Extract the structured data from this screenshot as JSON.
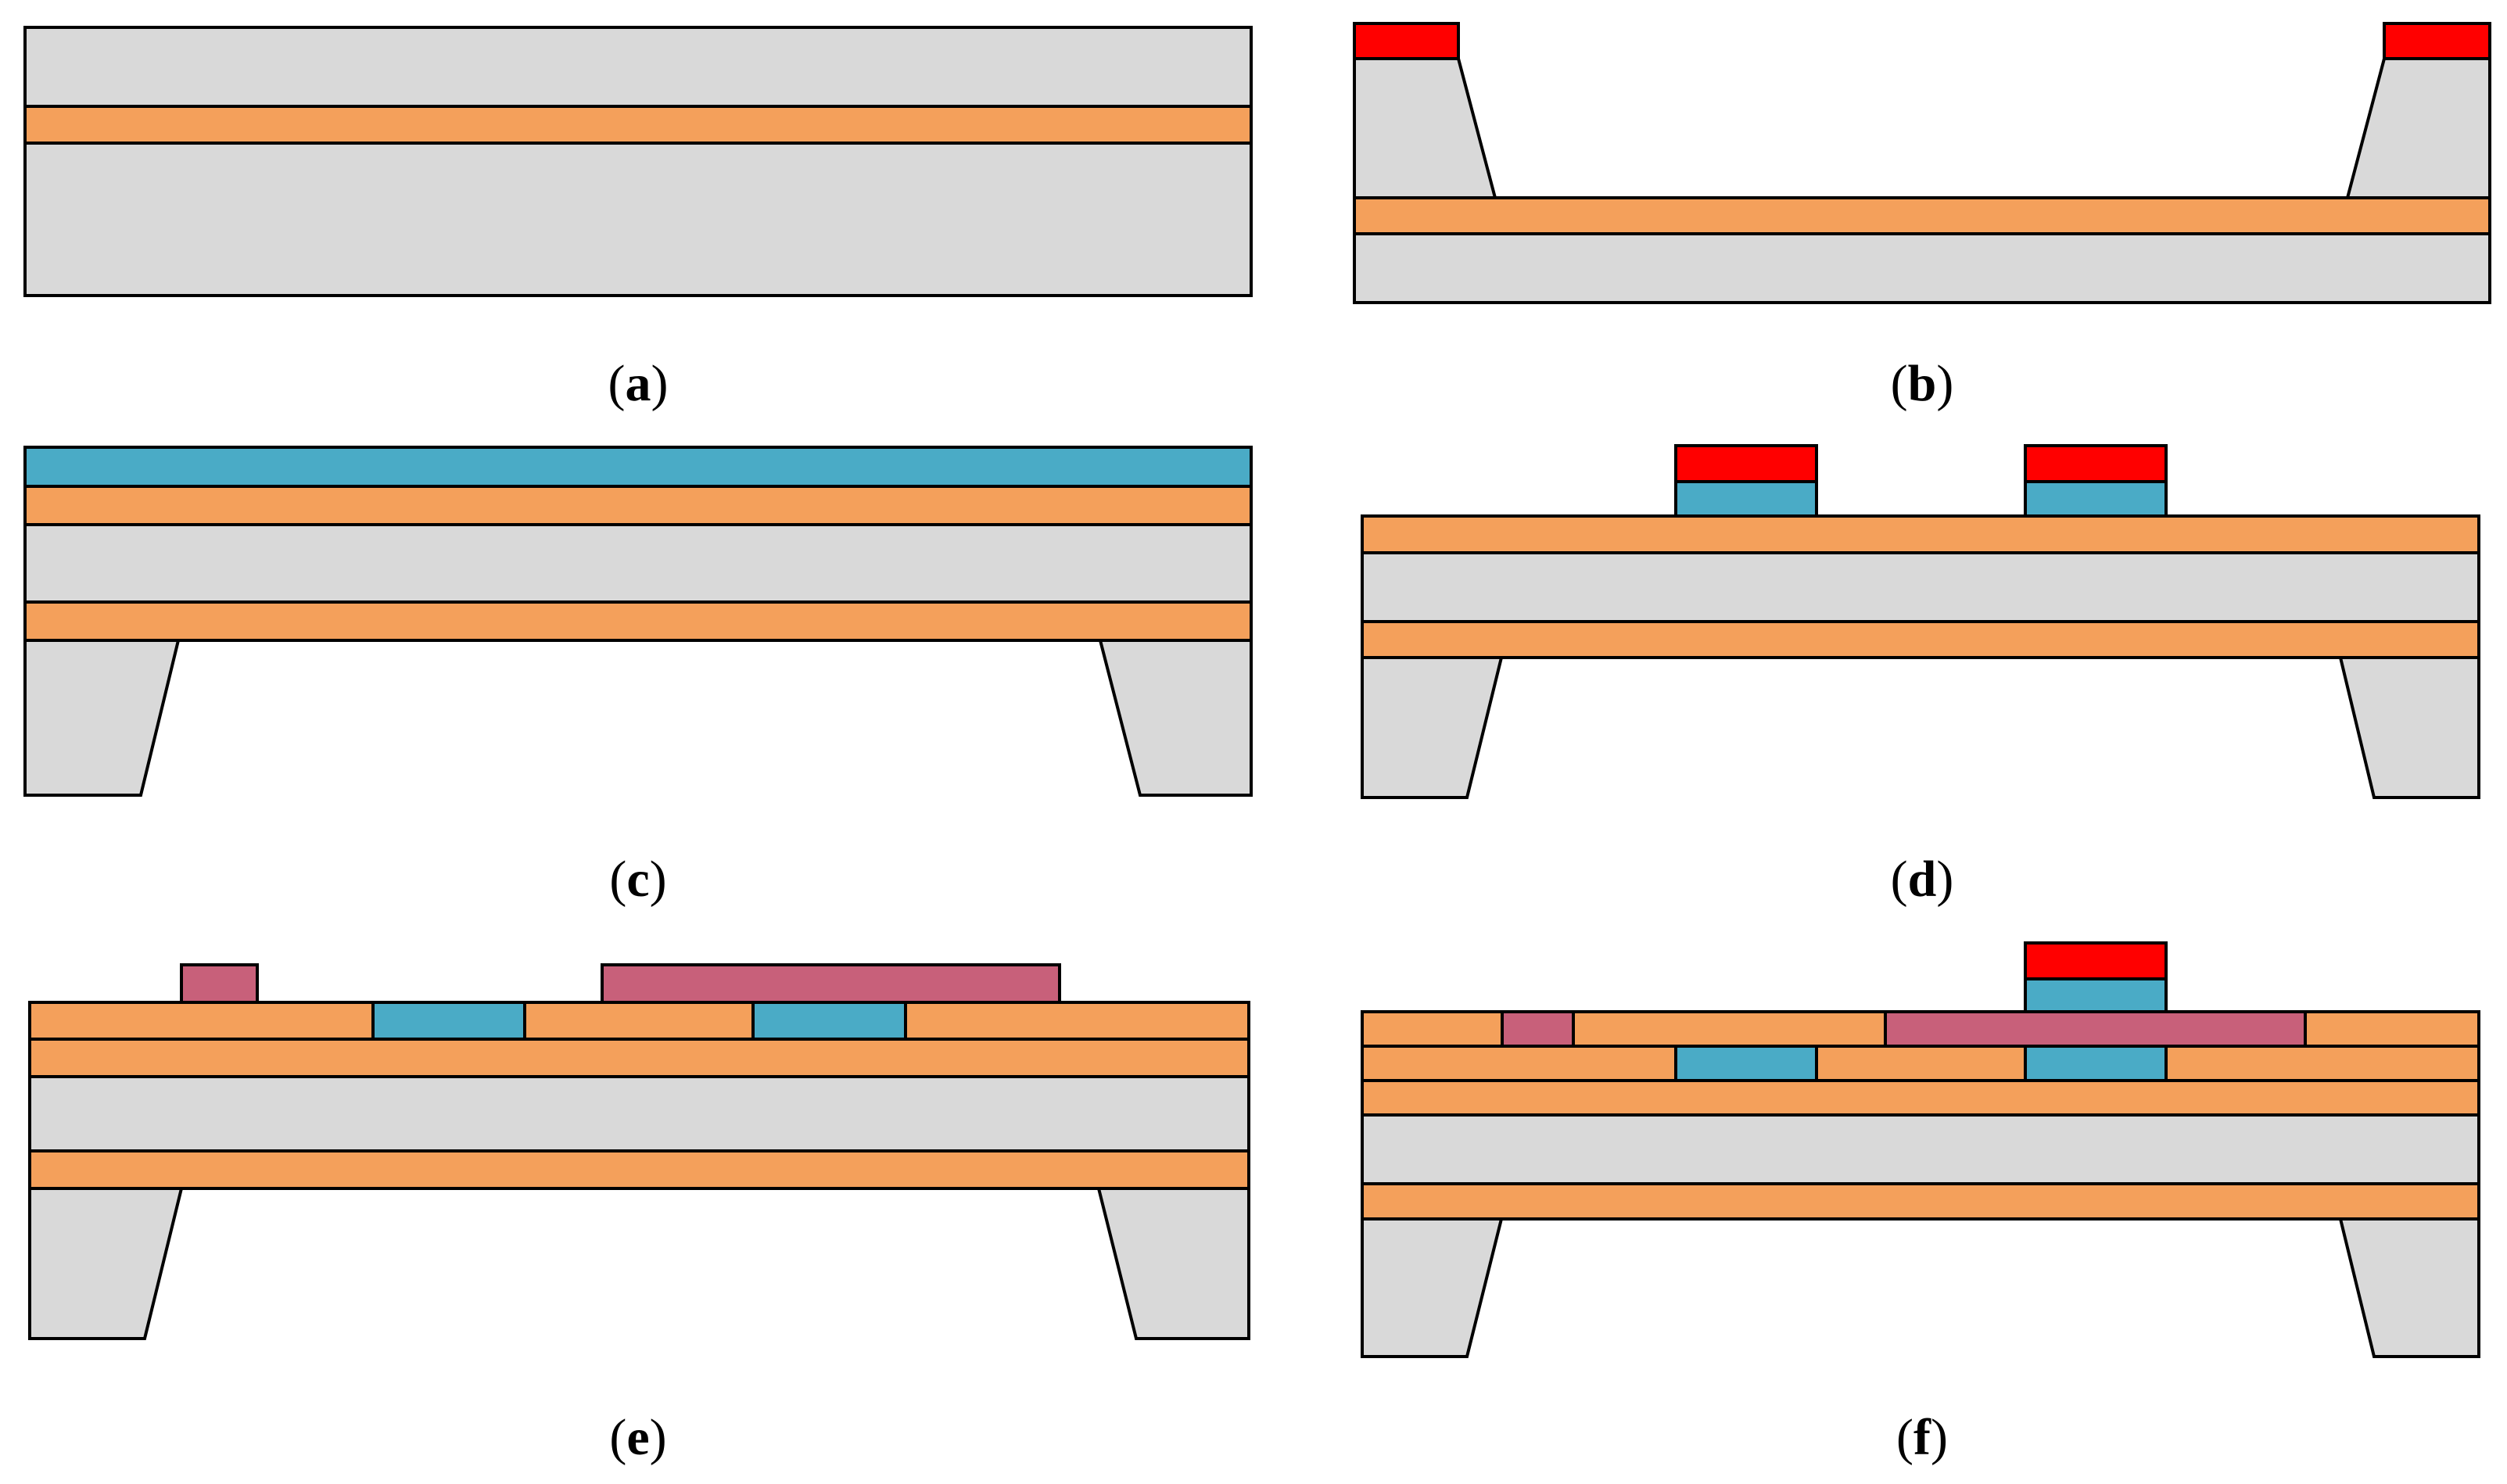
{
  "figure": {
    "colors": {
      "silicon": "#d9d9d9",
      "oxide": "#f4a05b",
      "electrode": "#4aabc6",
      "photoresist": "#ff0000",
      "piezo": "#c8607a",
      "outline": "#000000"
    },
    "panels": [
      {
        "id": "a",
        "open": "(",
        "letter": "a",
        "close": ")"
      },
      {
        "id": "b",
        "open": "(",
        "letter": "b",
        "close": ")"
      },
      {
        "id": "c",
        "open": "(",
        "letter": "c",
        "close": ")"
      },
      {
        "id": "d",
        "open": "(",
        "letter": "d",
        "close": ")"
      },
      {
        "id": "e",
        "open": "(",
        "letter": "e",
        "close": ")"
      },
      {
        "id": "f",
        "open": "(",
        "letter": "f",
        "close": ")"
      }
    ]
  }
}
